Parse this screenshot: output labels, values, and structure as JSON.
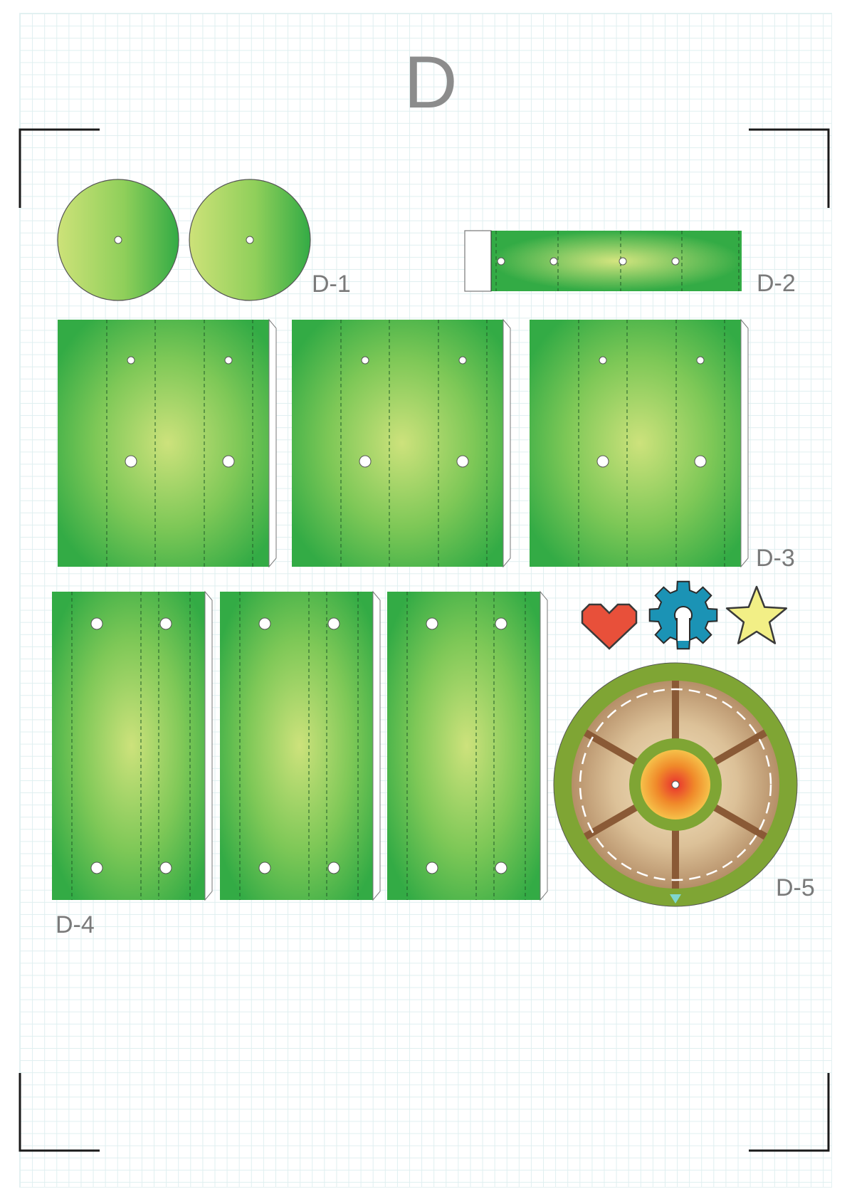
{
  "sheet": {
    "title": "D"
  },
  "labels": {
    "d1": "D-1",
    "d2": "D-2",
    "d3": "D-3",
    "d4": "D-4",
    "d5": "D-5"
  },
  "icons": [
    "heart-icon",
    "gear-icon",
    "star-icon"
  ],
  "colors": {
    "green_dark": "#33ab45",
    "green_light": "#c7e07a",
    "wheel_rim": "#7fa534",
    "wheel_wood_light": "#e9d2a8",
    "wheel_wood_dark": "#b58f68",
    "spoke": "#8a5a36",
    "hub_orange": "#f08a2a",
    "heart_red": "#e8503a",
    "gear_teal": "#1b93b5",
    "star_yellow": "#f2ef86"
  }
}
